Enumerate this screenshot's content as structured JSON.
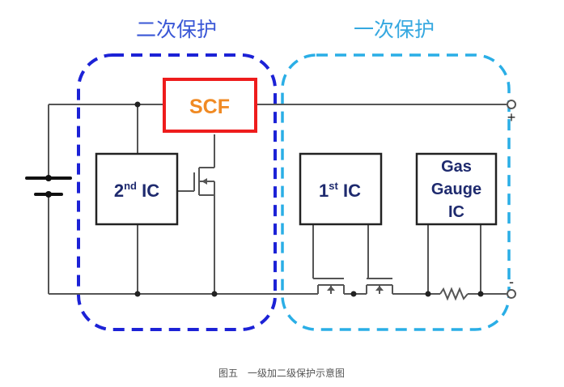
{
  "zones": {
    "secondary_label": "二次保护",
    "primary_label": "一次保护"
  },
  "blocks": {
    "scf": "SCF",
    "second_ic": {
      "main": "2",
      "sup": "nd",
      "suffix": " IC"
    },
    "first_ic": {
      "main": "1",
      "sup": "st",
      "suffix": " IC"
    },
    "gas_gauge": [
      "Gas",
      "Gauge",
      "IC"
    ]
  },
  "terminals": {
    "plus": "+",
    "minus": "-"
  },
  "caption": "图五　一级加二级保护示意图",
  "colors": {
    "secondary_zone": "#1c22d6",
    "primary_zone": "#2aaee6",
    "scf_border": "#ee1c1c",
    "scf_text": "#f08a24",
    "block_text": "#1e2a6e",
    "wire": "#555555"
  }
}
